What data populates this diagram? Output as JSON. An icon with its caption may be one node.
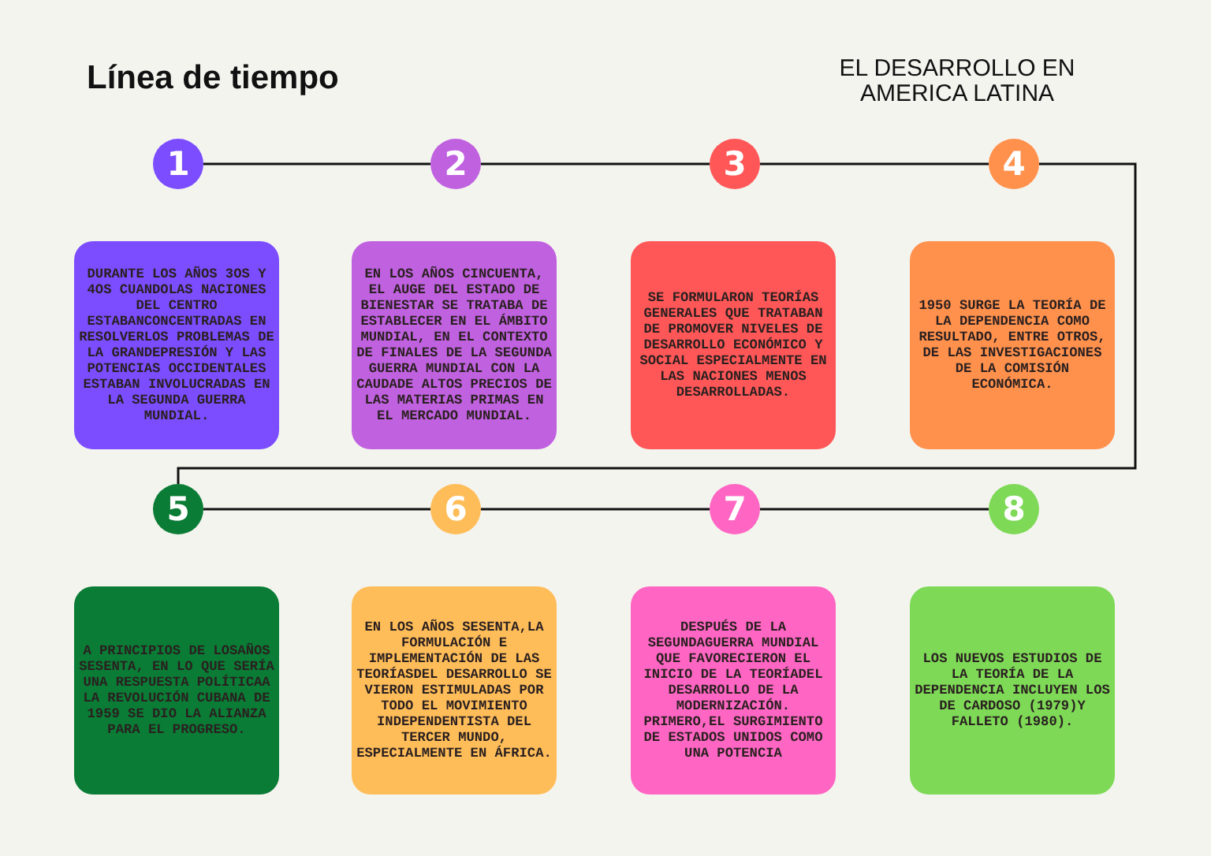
{
  "diagram": {
    "title": "Línea de tiempo",
    "nodes": [
      {
        "text": [
          "1"
        ]
      },
      {
        "text": [
          "2"
        ]
      },
      {
        "text": [
          "3"
        ]
      },
      {
        "text": [
          "4"
        ]
      },
      {
        "text": [
          "DURANTE LOS AÑOS 3OS Y 4OS CUANDOLAS NACIONES DEL CENTRO ESTABANCONCENTRADAS EN RESOLVERLOS PROBLEMAS DE LA GRANDEPRESIÓN Y LAS POTENCIAS OCCIDENTALES ESTABAN INVOLUCRADAS EN LA SEGUNDA GUERRA MUNDIAL."
        ]
      },
      {
        "text": [
          "EN LOS AÑOS CINCUENTA, EL AUGE DEL ESTADO DE BIENESTAR SE TRATABA DE ESTABLECER EN EL ÁMBITO MUNDIAL, EN EL CONTEXTO DE FINALES DE LA SEGUNDA GUERRA MUNDIAL CON LA CAUDADE ALTOS PRECIOS DE LAS MATERIAS PRIMAS EN EL MERCADO MUNDIAL."
        ]
      },
      {
        "text": [
          "SE FORMULARON TEORÍAS GENERALES QUE TRATABAN DE PROMOVER NIVELES DE DESARROLLO ECONÓMICO Y SOCIAL ESPECIALMENTE EN LAS NACIONES MENOS DESARROLLADAS."
        ]
      },
      {
        "text": [
          "1950 SURGE LA TEORÍA DE LA DEPENDENCIA COMO RESULTADO, ENTRE OTROS, DE LAS INVESTIGACIONES DE LA COMISIÓN ECONÓMICA."
        ]
      },
      {
        "text": [
          "5"
        ]
      },
      {
        "text": [
          "6"
        ]
      },
      {
        "text": [
          "7"
        ]
      },
      {
        "text": [
          "8"
        ]
      },
      {
        "text": [
          "A PRINCIPIOS DE LOSAÑOS SESENTA, EN LO QUE SERÍA UNA RESPUESTA POLÍTICAA LA REVOLUCIÓN CUBANA DE 1959 SE DIO LA ALIANZA PARA EL PROGRESO."
        ]
      },
      {
        "text": [
          "EN LOS AÑOS SESENTA,LA FORMULACIÓN E IMPLEMENTACIÓN DE LAS TEORÍASDEL DESARROLLO SE VIERON ESTIMULADAS POR TODO EL MOVIMIENTO INDEPENDENTISTA DEL TERCER MUNDO, ESPECIALMENTE EN ÁFRICA."
        ]
      },
      {
        "text": [
          "DESPUÉS DE LA SEGUNDAGUERRA MUNDIAL QUE FAVORECIERON EL INICIO DE LA TEORÍADEL DESARROLLO DE LA MODERNIZACIÓN. PRIMERO,EL SURGIMIENTO DE ESTADOS UNIDOS COMO UNA POTENCIA"
        ]
      },
      {
        "text": [
          "LOS NUEVOS ESTUDIOS DE LA TEORÍA DE LA DEPENDENCIA INCLUYEN LOS DE CARDOSO (1979)Y FALLETO (1980)."
        ]
      }
    ],
    "edges": [
      {
        "from": 0,
        "to": 1,
        "arrow": "none"
      },
      {
        "from": 1,
        "to": 2,
        "arrow": "none"
      },
      {
        "from": 2,
        "to": 3,
        "arrow": "none"
      },
      {
        "from": 3,
        "to": 8,
        "arrow": "none"
      },
      {
        "from": 8,
        "to": 9,
        "arrow": "none"
      },
      {
        "from": 9,
        "to": 10,
        "arrow": "none"
      },
      {
        "from": 10,
        "to": 11,
        "arrow": "none"
      }
    ],
    "labels": [
      "EL DESARROLLO EN AMERICA LATINA"
    ]
  }
}
